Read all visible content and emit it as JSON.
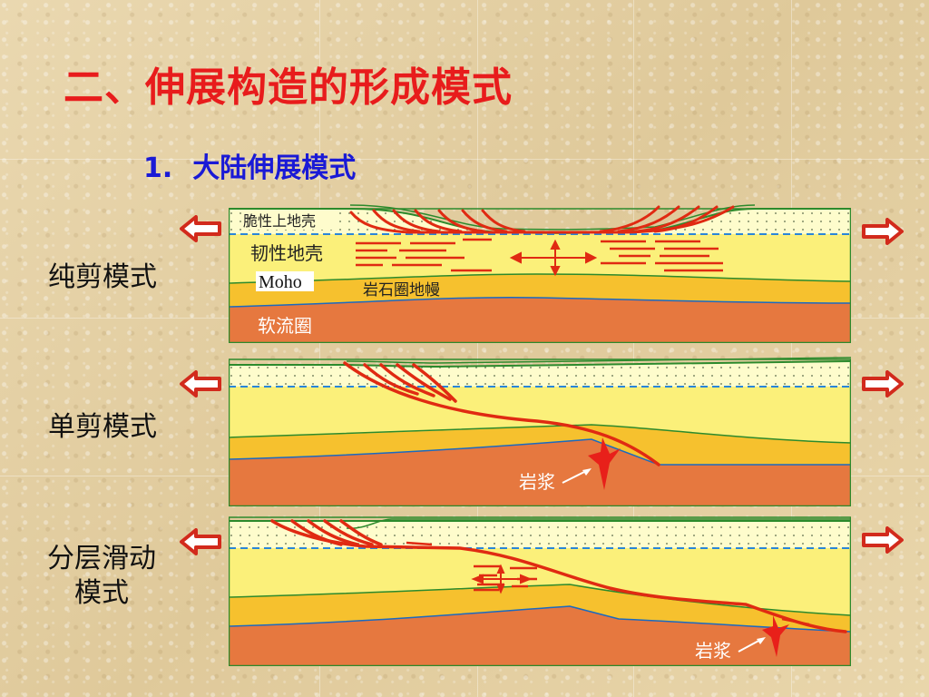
{
  "title": "二、伸展构造的形成模式",
  "subtitle": {
    "number": "1.",
    "text": "大陆伸展模式"
  },
  "rows": [
    {
      "label": "纯剪模式",
      "layer_labels": {
        "brittle": "脆性上地壳",
        "ductile": "韧性地壳",
        "moho": "Moho",
        "mantle": "岩石圈地幔",
        "asthenosphere": "软流圈"
      }
    },
    {
      "label": "单剪模式",
      "magma": "岩浆"
    },
    {
      "label_line1": "分层滑动",
      "label_line2": "模式",
      "magma": "岩浆"
    }
  ],
  "colors": {
    "title": "#e81c1c",
    "subtitle": "#1a1ad6",
    "brittle_crust": "#fefccc",
    "ductile_crust": "#fbf07a",
    "lithospheric_mantle": "#f6c12e",
    "asthenosphere": "#e6783f",
    "fault": "#e02a12",
    "outline": "#2c8a2c",
    "dashed": "#2a86d8",
    "arrow": "#d22a1c"
  },
  "icons": {
    "left_arrow": "extension-arrow-left-icon",
    "right_arrow": "extension-arrow-right-icon"
  }
}
